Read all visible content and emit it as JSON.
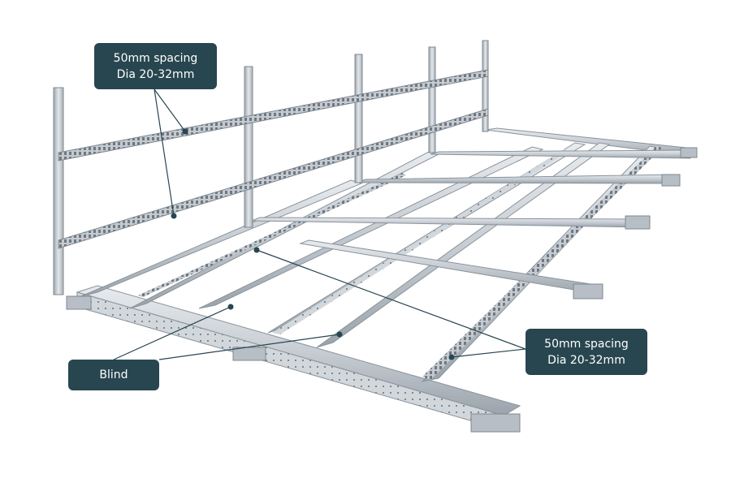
{
  "callouts": {
    "top": {
      "line1": "50mm spacing",
      "line2": "Dia 20-32mm"
    },
    "right": {
      "line1": "50mm spacing",
      "line2": "Dia 20-32mm"
    },
    "blind": {
      "label": "Blind"
    }
  },
  "colors": {
    "callout_bg": "#284650",
    "callout_text": "#ffffff",
    "leader_line": "#284650",
    "steel_light": "#d9dde1",
    "steel_mid": "#b7bec6",
    "steel_dark": "#8e979f"
  }
}
